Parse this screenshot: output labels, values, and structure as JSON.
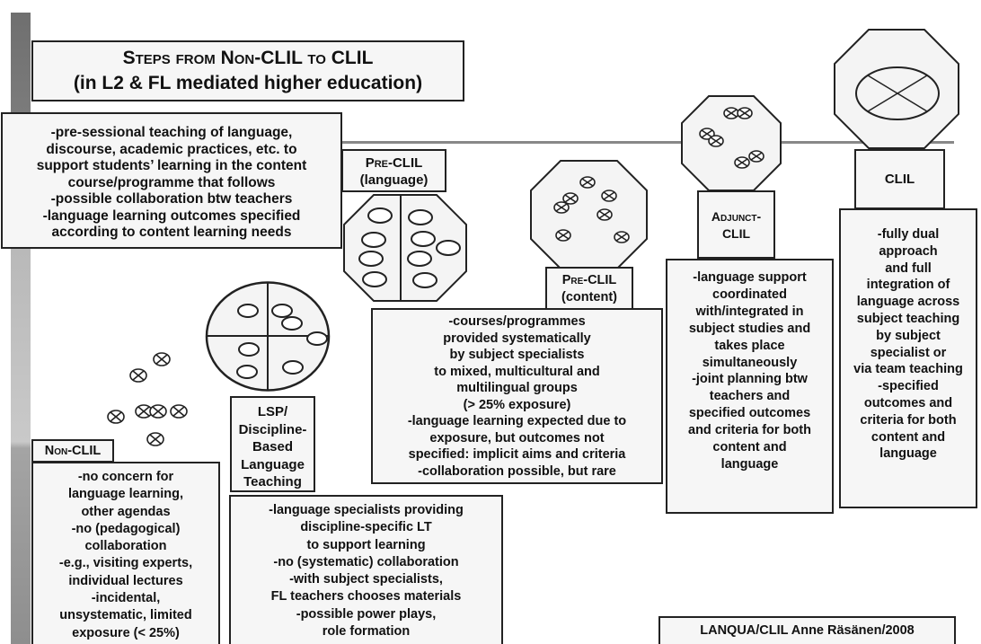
{
  "title": {
    "line1": "Steps from Non-CLIL to CLIL",
    "line2": "(in L2 & FL mediated higher education)"
  },
  "pre_sessional": {
    "lines": [
      "-pre-sessional teaching of language,",
      "discourse, academic practices, etc. to",
      "support students’ learning in the content",
      "course/programme that follows",
      "-possible collaboration btw teachers",
      "-language learning outcomes specified",
      "according to content learning needs"
    ]
  },
  "pre_clil_language": {
    "lines": [
      "Pre-CLIL",
      "(language)"
    ]
  },
  "pre_clil_content": {
    "lines": [
      "Pre-CLIL",
      "(content)"
    ]
  },
  "adjunct_clil": {
    "lines": [
      "Adjunct-",
      "CLIL"
    ]
  },
  "clil": {
    "label": "CLIL"
  },
  "non_clil": {
    "label": "Non-CLIL"
  },
  "lsp": {
    "lines": [
      "LSP/",
      "Discipline-",
      "Based",
      "Language",
      "Teaching"
    ]
  },
  "non_clil_desc": {
    "lines": [
      "-no concern for",
      "language learning,",
      "other agendas",
      "-no (pedagogical)",
      "collaboration",
      "-e.g., visiting experts,",
      "individual lectures",
      "-incidental,",
      "unsystematic, limited",
      "exposure (< 25%)"
    ]
  },
  "lsp_desc": {
    "lines": [
      "-language specialists providing",
      "discipline-specific LT",
      "to support learning",
      "-no (systematic) collaboration",
      "-with subject specialists,",
      "FL teachers chooses materials",
      "-possible power plays,",
      "role formation"
    ]
  },
  "pre_content_desc": {
    "lines": [
      "-courses/programmes",
      "provided systematically",
      "by subject specialists",
      "to mixed, multicultural and",
      "multilingual groups",
      "(> 25% exposure)",
      "-language learning expected due to",
      "exposure, but outcomes not",
      "specified: implicit aims and criteria",
      "-collaboration possible, but rare"
    ]
  },
  "adjunct_desc": {
    "lines": [
      "-language support",
      "coordinated",
      "with/integrated in",
      "subject studies and",
      "takes place",
      "simultaneously",
      "-joint planning btw",
      "teachers and",
      "specified outcomes",
      "and criteria for both",
      "content and",
      "language"
    ]
  },
  "clil_desc": {
    "lines": [
      "-fully dual",
      "approach",
      "and full",
      "integration of",
      "language across",
      "subject teaching",
      "by subject",
      "specialist or",
      "via team teaching",
      "-specified",
      "outcomes and",
      "criteria for both",
      "content and",
      "language"
    ]
  },
  "credit": {
    "text": "LANQUA/CLIL  Anne Räsänen/2008"
  }
}
